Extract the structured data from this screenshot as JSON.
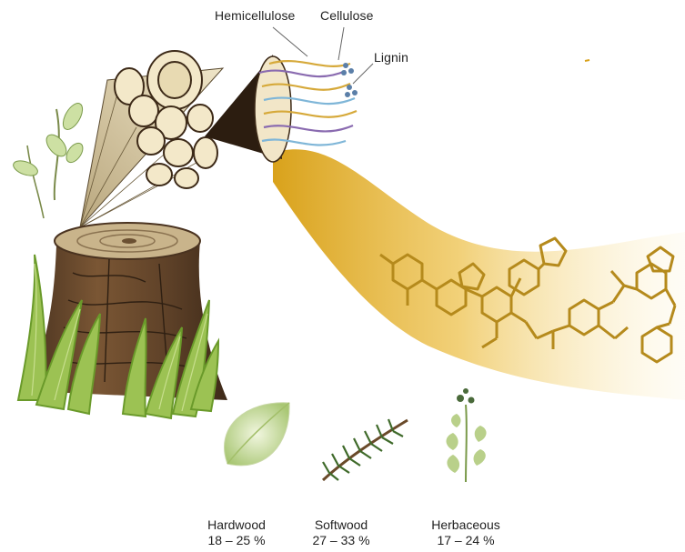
{
  "labels": {
    "hemicellulose": "Hemicellulose",
    "cellulose": "Cellulose",
    "lignin": "Lignin"
  },
  "plant_types": [
    {
      "name": "Hardwood",
      "range": "18 – 25 %"
    },
    {
      "name": "Softwood",
      "range": "27 – 33 %"
    },
    {
      "name": "Herbaceous",
      "range": "17 – 24 %"
    }
  ],
  "colors": {
    "lignin_gold": "#d9a21b",
    "molecule_stroke": "#b58a1c",
    "bark": "#6b4a2b",
    "wood_pale": "#f2e6c8",
    "grass": "#8fb848"
  }
}
